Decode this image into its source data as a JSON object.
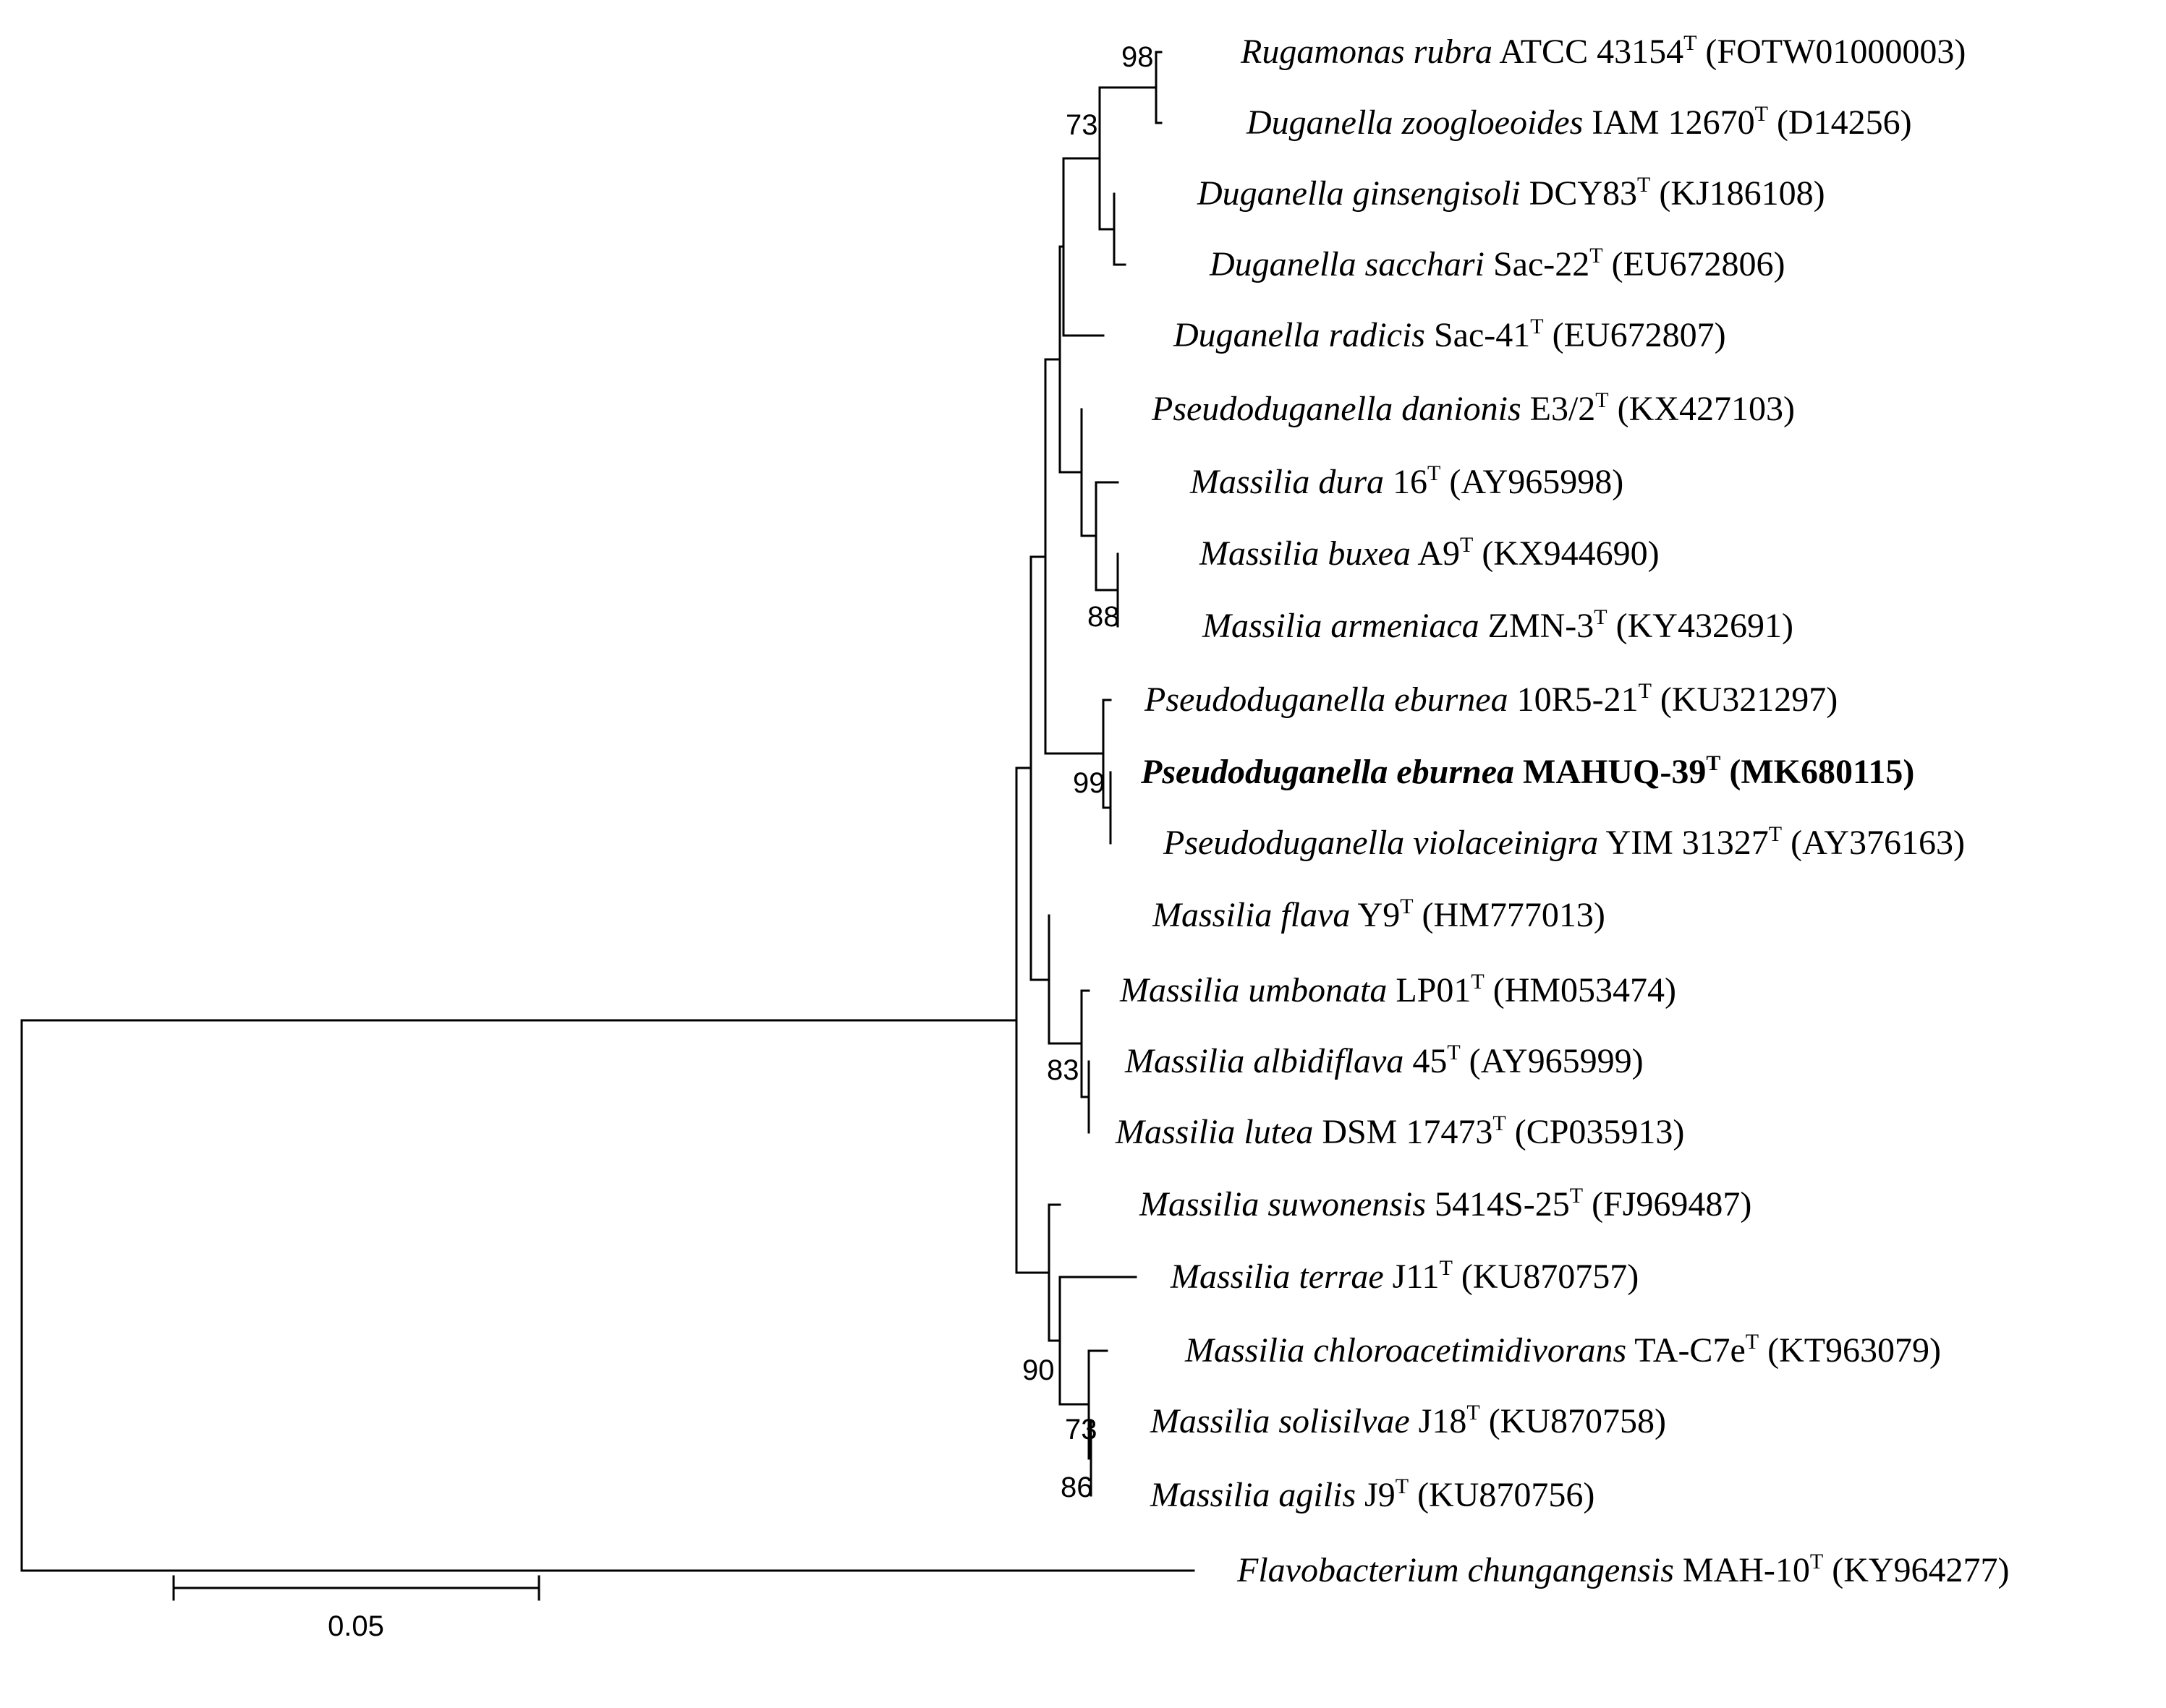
{
  "taxa": [
    {
      "id": "t1",
      "genus": "Rugamonas rubra",
      "strain": "ATCC 43154",
      "sup": "T",
      "acc": "(FOTW01000003)",
      "bold": false
    },
    {
      "id": "t2",
      "genus": "Duganella zoogloeoides",
      "strain": "IAM 12670",
      "sup": "T",
      "acc": "(D14256)",
      "bold": false
    },
    {
      "id": "t3",
      "genus": "Duganella ginsengisoli",
      "strain": "DCY83",
      "sup": "T",
      "acc": "(KJ186108)",
      "bold": false
    },
    {
      "id": "t4",
      "genus": "Duganella sacchari",
      "strain": "Sac-22",
      "sup": "T",
      "acc": "(EU672806)",
      "bold": false
    },
    {
      "id": "t5",
      "genus": "Duganella radicis",
      "strain": "Sac-41",
      "sup": "T",
      "acc": "(EU672807)",
      "bold": false
    },
    {
      "id": "t6",
      "genus": "Pseudoduganella danionis",
      "strain": "E3/2",
      "sup": "T",
      "acc": "(KX427103)",
      "bold": false
    },
    {
      "id": "t7",
      "genus": "Massilia dura",
      "strain": "16",
      "sup": "T",
      "acc": "(AY965998)",
      "bold": false
    },
    {
      "id": "t8",
      "genus": "Massilia buxea",
      "strain": "A9",
      "sup": "T",
      "acc": "(KX944690)",
      "bold": false
    },
    {
      "id": "t9",
      "genus": "Massilia armeniaca",
      "strain": "ZMN-3",
      "sup": "T",
      "acc": "(KY432691)",
      "bold": false
    },
    {
      "id": "t10",
      "genus": "Pseudoduganella eburnea",
      "strain": "10R5-21",
      "sup": "T",
      "acc": "(KU321297)",
      "bold": false
    },
    {
      "id": "t11",
      "genus": "Pseudoduganella eburnea",
      "strain": "MAHUQ-39",
      "sup": "T",
      "acc": "(MK680115)",
      "bold": true
    },
    {
      "id": "t12",
      "genus": "Pseudoduganella violaceinigra",
      "strain": "YIM 31327",
      "sup": "T",
      "acc": "(AY376163)",
      "bold": false
    },
    {
      "id": "t13",
      "genus": "Massilia flava",
      "strain": "Y9",
      "sup": "T",
      "acc": "(HM777013)",
      "bold": false
    },
    {
      "id": "t14",
      "genus": "Massilia umbonata",
      "strain": "LP01",
      "sup": "T",
      "acc": "(HM053474)",
      "bold": false
    },
    {
      "id": "t15",
      "genus": "Massilia albidiflava",
      "strain": "45",
      "sup": "T",
      "acc": "(AY965999)",
      "bold": false
    },
    {
      "id": "t16",
      "genus": "Massilia lutea",
      "strain": "DSM 17473",
      "sup": "T",
      "acc": "(CP035913)",
      "bold": false
    },
    {
      "id": "t17",
      "genus": "Massilia suwonensis",
      "strain": "5414S-25",
      "sup": "T",
      "acc": "(FJ969487)",
      "bold": false
    },
    {
      "id": "t18",
      "genus": "Massilia terrae",
      "strain": "J11",
      "sup": "T",
      "acc": "(KU870757)",
      "bold": false
    },
    {
      "id": "t19",
      "genus": "Massilia chloroacetimidivorans",
      "strain": "TA-C7e",
      "sup": "T",
      "acc": "(KT963079)",
      "bold": false
    },
    {
      "id": "t20",
      "genus": "Massilia solisilvae",
      "strain": "J18",
      "sup": "T",
      "acc": "(KU870758)",
      "bold": false
    },
    {
      "id": "t21",
      "genus": "Massilia agilis",
      "strain": "J9",
      "sup": "T",
      "acc": "(KU870756)",
      "bold": false
    },
    {
      "id": "t22",
      "genus": "Flavobacterium chungangensis",
      "strain": "MAH-10",
      "sup": "T",
      "acc": "(KY964277)",
      "bold": false
    }
  ],
  "bootstrap": {
    "n_rub_zoo": "98",
    "n_duganella": "73",
    "n_bux_arm": "88",
    "n_pseud_eb": "99",
    "n_umb_lut": "83",
    "n_suw": "90",
    "n_sol_agi": "73",
    "n_sol_agi2": "86"
  },
  "scale_bar": {
    "label": "0.05"
  }
}
